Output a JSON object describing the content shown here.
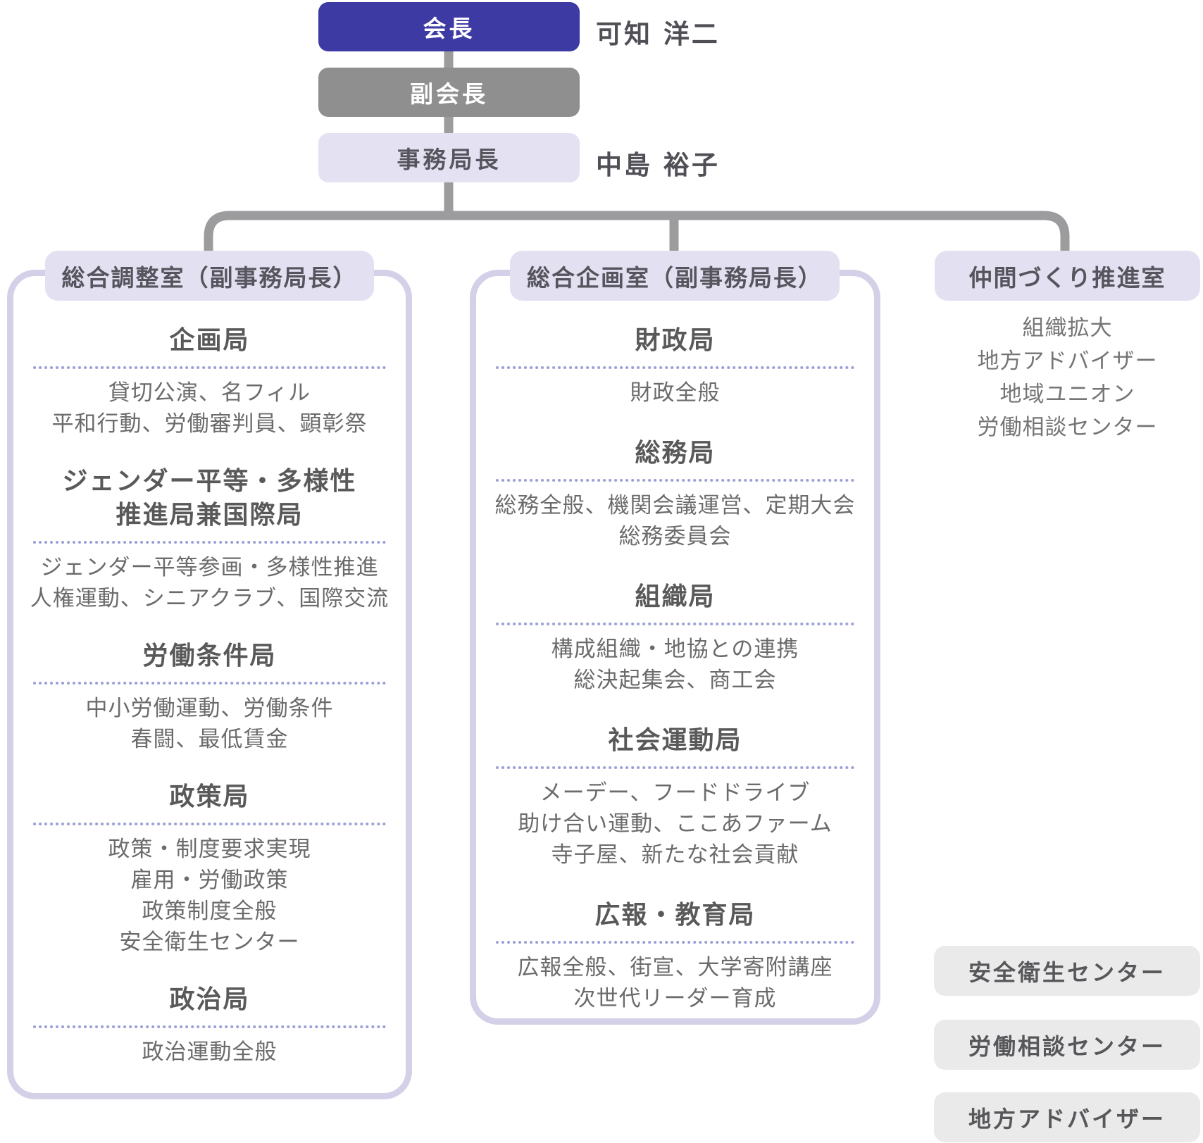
{
  "top_chain": {
    "chairman": {
      "label": "会長",
      "name": "可知 洋二"
    },
    "vice_chairman": {
      "label": "副会長"
    },
    "secretary_general": {
      "label": "事務局長",
      "name": "中島 裕子"
    }
  },
  "columns": [
    {
      "title": "総合調整室（副事務局長）",
      "sections": [
        {
          "heading": "企画局",
          "items": [
            "貸切公演、名フィル",
            "平和行動、労働審判員、顕彰祭"
          ]
        },
        {
          "heading": "ジェンダー平等・多様性\n推進局兼国際局",
          "items": [
            "ジェンダー平等参画・多様性推進",
            "人権運動、シニアクラブ、国際交流"
          ]
        },
        {
          "heading": "労働条件局",
          "items": [
            "中小労働運動、労働条件",
            "春闘、最低賃金"
          ]
        },
        {
          "heading": "政策局",
          "items": [
            "政策・制度要求実現",
            "雇用・労働政策",
            "政策制度全般",
            "安全衛生センター"
          ]
        },
        {
          "heading": "政治局",
          "items": [
            "政治運動全般"
          ]
        }
      ]
    },
    {
      "title": "総合企画室（副事務局長）",
      "sections": [
        {
          "heading": "財政局",
          "items": [
            "財政全般"
          ]
        },
        {
          "heading": "総務局",
          "items": [
            "総務全般、機関会議運営、定期大会",
            "総務委員会"
          ]
        },
        {
          "heading": "組織局",
          "items": [
            "構成組織・地協との連携",
            "総決起集会、商工会"
          ]
        },
        {
          "heading": "社会運動局",
          "items": [
            "メーデー、フードドライブ",
            "助け合い運動、ここあファーム",
            "寺子屋、新たな社会貢献"
          ]
        },
        {
          "heading": "広報・教育局",
          "items": [
            "広報全般、街宣、大学寄附講座",
            "次世代リーダー育成"
          ]
        }
      ]
    }
  ],
  "right_group": {
    "title": "仲間づくり推進室",
    "items": [
      "組織拡大",
      "地方アドバイザー",
      "地域ユニオン",
      "労働相談センター"
    ]
  },
  "bottom_boxes": [
    "安全衛生センター",
    "労働相談センター",
    "地方アドバイザー"
  ],
  "colors": {
    "chairman_bg": "#3D3BA3",
    "vice_chairman_bg": "#8F8F8F",
    "pill_bg": "#E3E0F2",
    "card_border": "#D4D0E8",
    "connector": "#9C9C9E",
    "dotted_divider": "#9A9ED8",
    "gray_box_bg": "#EAEAEA",
    "heading_text": "#595959",
    "body_text": "#6B6B6B"
  }
}
